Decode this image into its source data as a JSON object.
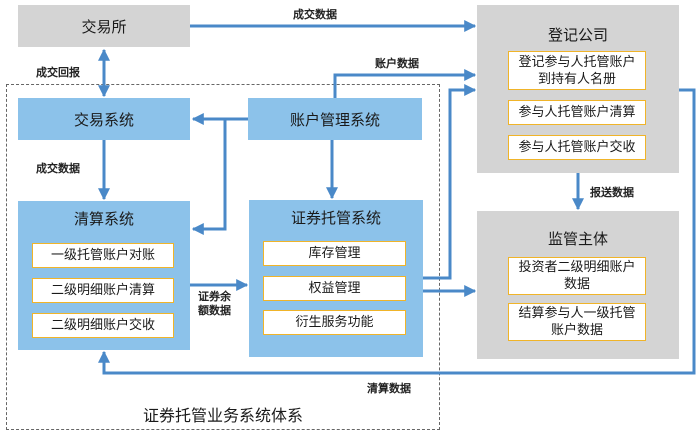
{
  "nodes": {
    "exchange": {
      "title": "交易所"
    },
    "registry": {
      "title": "登记公司",
      "items": [
        "登记参与人托管账户\n到持有人名册",
        "参与人托管账户清算",
        "参与人托管账户交收"
      ]
    },
    "trading_system": {
      "title": "交易系统"
    },
    "account_system": {
      "title": "账户管理系统"
    },
    "clearing_system": {
      "title": "清算系统",
      "items": [
        "一级托管账户对账",
        "二级明细账户清算",
        "二级明细账户交收"
      ]
    },
    "custody_system": {
      "title": "证券托管系统",
      "items": [
        "库存管理",
        "权益管理",
        "衍生服务功能"
      ]
    },
    "regulator": {
      "title": "监管主体",
      "items": [
        "投资者二级明细账户\n数据",
        "结算参与人一级托管\n账户数据"
      ]
    }
  },
  "edge_labels": {
    "trade_data_top": "成交数据",
    "trade_report": "成交回报",
    "account_data": "账户数据",
    "trade_data_mid": "成交数据",
    "balance_data": "证券余\n额数据",
    "report_data": "报送数据",
    "clearing_data": "清算数据"
  },
  "group": {
    "title": "证券托管业务系统体系"
  },
  "colors": {
    "line": "#4a89c8",
    "blue_box": "#8cc2ea",
    "gray_box": "#d4d4d4",
    "inner_border": "#f0b429"
  }
}
